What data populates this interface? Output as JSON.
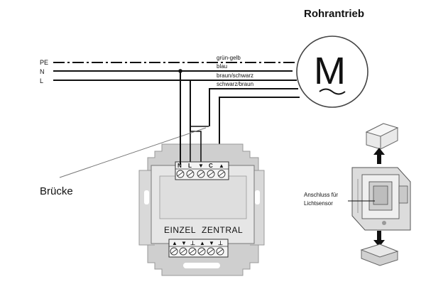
{
  "title": "Rohrantrieb",
  "motor_symbol": "M",
  "lines": [
    {
      "code": "PE",
      "wire_label": "grün-gelb"
    },
    {
      "code": "N",
      "wire_label": "blau"
    },
    {
      "code": "L",
      "wire_label": "braun/schwarz"
    },
    {
      "code": "",
      "wire_label": "schwarz/braun"
    }
  ],
  "bridge_label": "Brücke",
  "top_terminals": [
    "N",
    "L",
    "▼",
    "C",
    "▲"
  ],
  "bottom_terminals": [
    "▲",
    "▼",
    "⊥",
    "▲",
    "▼",
    "⊥"
  ],
  "mode_labels": {
    "einzel": "EINZEL",
    "zentral": "ZENTRAL"
  },
  "sensor_label": [
    "Anschluss für",
    "Lichtsensor"
  ],
  "colors": {
    "wire": "#111111",
    "plate": "#cfcfcf",
    "plate_inner": "#e6e6e6",
    "arrow": "#111111"
  }
}
